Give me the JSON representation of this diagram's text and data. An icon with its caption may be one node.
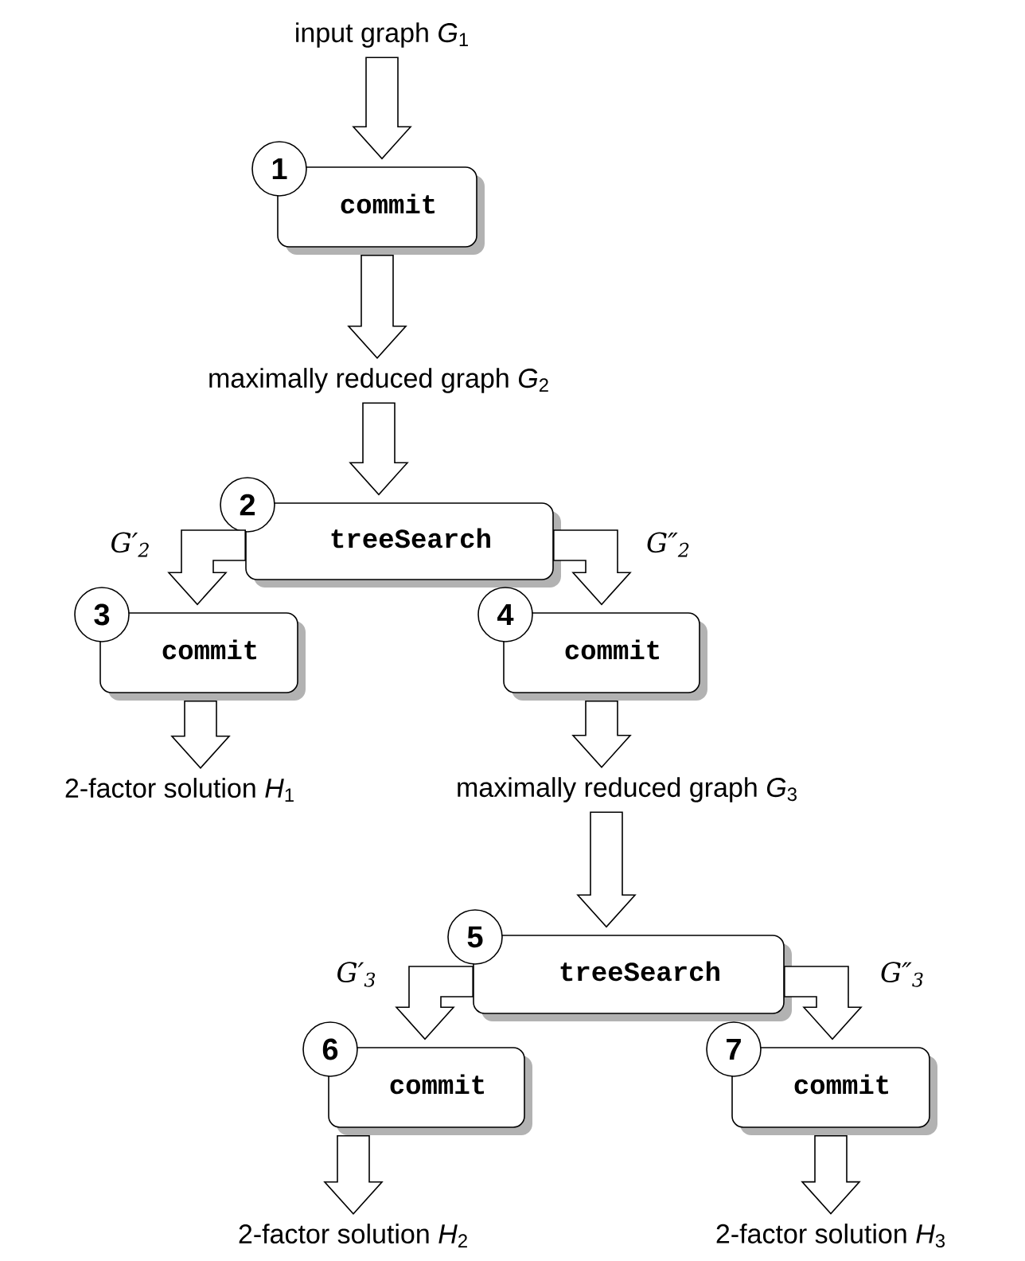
{
  "diagram": {
    "nodes": [
      {
        "text": [
          "input graph *G*$_{1}$"
        ]
      },
      {
        "text": [
          "1",
          "commit"
        ]
      },
      {
        "text": [
          "maximally reduced graph *G*$_{2}$"
        ]
      },
      {
        "text": [
          "2",
          "treeSearch"
        ]
      },
      {
        "text": [
          "3",
          "commit"
        ]
      },
      {
        "text": [
          "4",
          "commit"
        ]
      },
      {
        "text": [
          "2-factor solution *H*$_{1}$"
        ]
      },
      {
        "text": [
          "maximally reduced graph *G*$_{3}$"
        ]
      },
      {
        "text": [
          "5",
          "treeSearch"
        ]
      },
      {
        "text": [
          "6",
          "commit"
        ]
      },
      {
        "text": [
          "7",
          "commit"
        ]
      },
      {
        "text": [
          "2-factor solution *H*$_{2}$"
        ]
      },
      {
        "text": [
          "2-factor solution *H*$_{3}$"
        ]
      }
    ],
    "edges": [
      {
        "from": 0,
        "to": 1,
        "arrow": "to"
      },
      {
        "from": 1,
        "to": 2,
        "arrow": "to"
      },
      {
        "from": 2,
        "to": 3,
        "arrow": "to"
      },
      {
        "from": 3,
        "to": 4,
        "arrow": "to",
        "label": "G′$_{2}$"
      },
      {
        "from": 3,
        "to": 5,
        "arrow": "to",
        "label": "G″$_{2}$"
      },
      {
        "from": 4,
        "to": 6,
        "arrow": "to"
      },
      {
        "from": 5,
        "to": 7,
        "arrow": "to"
      },
      {
        "from": 7,
        "to": 8,
        "arrow": "to"
      },
      {
        "from": 8,
        "to": 9,
        "arrow": "to",
        "label": "G′$_{3}$"
      },
      {
        "from": 8,
        "to": 10,
        "arrow": "to",
        "label": "G″$_{3}$"
      },
      {
        "from": 9,
        "to": 11,
        "arrow": "to"
      },
      {
        "from": 10,
        "to": 12,
        "arrow": "to"
      }
    ]
  }
}
